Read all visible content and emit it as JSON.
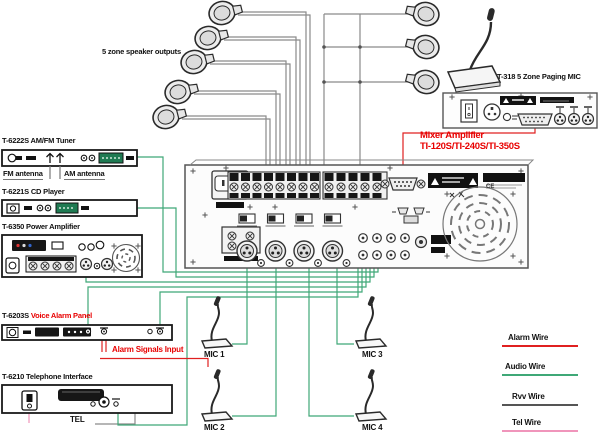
{
  "colors": {
    "accent_red": "#e80000",
    "alarm_wire": "#e02020",
    "audio_wire": "#3fa877",
    "rvv_wire": "#8a8a8a",
    "tel_wire": "#f095bb"
  },
  "labels": {
    "speaker_outputs": "5 zone speaker outputs",
    "paging_mic": "T-318  5 Zone Paging MIC",
    "mixer_amplifier_line1": "Mixer Amplifier",
    "mixer_amplifier_line2": "TI-120S/TI-240S/TI-350S",
    "alarm_signals_input": "Alarm Signals Input",
    "tel": "TEL",
    "fm_antenna": "FM antenna",
    "am_antenna": "AM antenna",
    "ce_mark": "CE"
  },
  "devices": {
    "tuner": {
      "title": "T-6222S AM/FM Tuner"
    },
    "cd_player": {
      "title": "T-6221S CD Player"
    },
    "power_amplifier": {
      "title": "T-6350  Power Amplifier"
    },
    "voice_alarm_panel": {
      "title_model": "T-6203S ",
      "title_name": "Voice Alarm Panel"
    },
    "telephone_interface": {
      "title": "T-6210  Telephone Interface"
    }
  },
  "microphones": [
    {
      "label": "MIC 1"
    },
    {
      "label": "MIC 2"
    },
    {
      "label": "MIC 3"
    },
    {
      "label": "MIC 4"
    }
  ],
  "legend": [
    {
      "label": "Alarm Wire",
      "color": "#e02020"
    },
    {
      "label": "Audio Wire",
      "color": "#3fa877"
    },
    {
      "label": "Rvv Wire",
      "color": "#555555"
    },
    {
      "label": "Tel Wire",
      "color": "#f095bb"
    }
  ]
}
